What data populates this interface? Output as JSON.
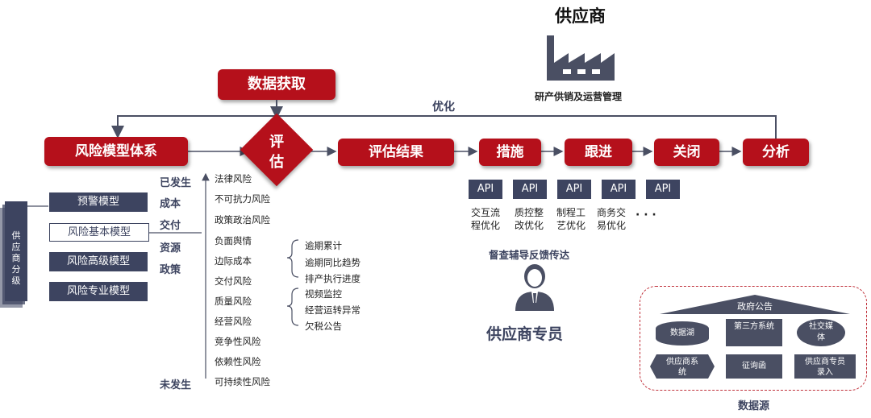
{
  "supplier": {
    "title": "供应商",
    "subtitle": "研产供销及运营管理"
  },
  "top_box": "数据获取",
  "optimize_label": "优化",
  "pipeline": {
    "risk_model_system": "风险模型体系",
    "evaluate_chars": [
      "评",
      "估"
    ],
    "eval_result": "评估结果",
    "measures": "措施",
    "follow_up": "跟进",
    "close": "关闭",
    "analysis": "分析"
  },
  "api_label": "API",
  "measure_items": [
    [
      "交互流",
      "程优化"
    ],
    [
      "质控整",
      "改优化"
    ],
    [
      "制程工",
      "艺优化"
    ],
    [
      "商务交",
      "易优化"
    ]
  ],
  "ellipsis": "· · ·",
  "supplier_grading": [
    "供",
    "应",
    "商",
    "分",
    "级"
  ],
  "models": [
    "预警模型",
    "风险基本模型",
    "风险高级模型",
    "风险专业模型"
  ],
  "axis_labels": [
    "已发生",
    "成本",
    "交付",
    "资源",
    "政策",
    "未发生"
  ],
  "risks": [
    "法律风险",
    "不可抗力风险",
    "政策政治风险",
    "负面舆情",
    "边际成本",
    "交付风险",
    "质量风险",
    "经营风险",
    "竞争性风险",
    "依赖性风险",
    "可持续性风险"
  ],
  "notes_group1": [
    "逾期累计",
    "逾期同比趋势",
    "排产执行进度"
  ],
  "notes_group2": [
    "视频监控",
    "经营运转异常",
    "欠税公告"
  ],
  "supervision_label": "督查辅导反馈传达",
  "specialist_label": "供应商专员",
  "data_source": {
    "top": "政府公告",
    "items": [
      "数据湖",
      "第三方系统",
      "社交媒体",
      "供应商系统",
      "征询函",
      "供应商专员录入"
    ],
    "caption": "数据源"
  },
  "colors": {
    "red": "#b5101b",
    "navy": "#3d4460",
    "gray": "#4a4f63"
  }
}
